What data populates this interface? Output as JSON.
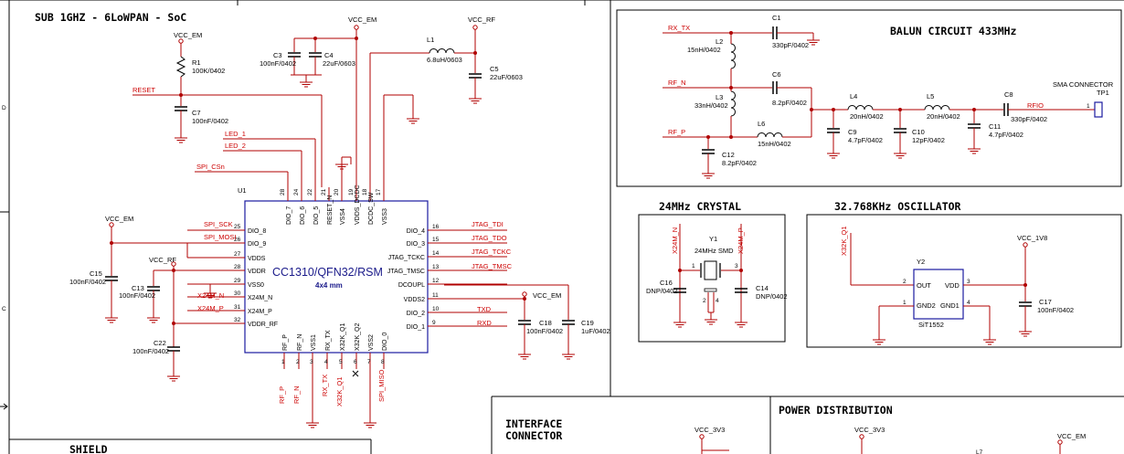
{
  "sections": {
    "soc": "SUB 1GHZ - 6LoWPAN - SoC",
    "balun": "BALUN CIRCUIT 433MHz",
    "crystal24": "24MHz CRYSTAL",
    "osc32": "32.768KHz OSCILLATOR",
    "interface": "INTERFACE",
    "interface2": "CONNECTOR",
    "power": "POWER DISTRIBUTION",
    "shield": "SHIELD"
  },
  "rails": {
    "vcc_em": "VCC_EM",
    "vcc_rf": "VCC_RF",
    "vcc_3v3": "VCC_3V3",
    "vcc_1v8": "VCC_1V8"
  },
  "border_marks": [
    "D",
    "C"
  ],
  "soc_parts": {
    "r1": "R1",
    "r1_val": "100K/0402",
    "c7": "C7",
    "c7_val": "100nF/0402",
    "c3": "C3",
    "c3_val": "100nF/0402",
    "c4": "C4",
    "c4_val": "22uF/0603",
    "l1": "L1",
    "l1_val": "6.8uH/0603",
    "c5": "C5",
    "c5_val": "22uF/0603",
    "c15": "C15",
    "c15_val": "100nF/0402",
    "c13": "C13",
    "c13_val": "100nF/0402",
    "c22": "C22",
    "c22_val": "100nF/0402",
    "c18": "C18",
    "c18_val": "100nF/0402",
    "c19": "C19",
    "c19_val": "1uF/0402",
    "u1": "U1"
  },
  "ic": {
    "name": "CC1310/QFN32/RSM",
    "pkg": "4x4 mm",
    "top_pins": [
      {
        "num": "28",
        "name": "DIO_7"
      },
      {
        "num": "24",
        "name": "DIO_6"
      },
      {
        "num": "22",
        "name": "DIO_5"
      },
      {
        "num": "21",
        "name": "RESET_N"
      },
      {
        "num": "20",
        "name": "VSS4"
      },
      {
        "num": "19",
        "name": "VDDS_DCDC"
      },
      {
        "num": "18",
        "name": "DCDC_SW"
      },
      {
        "num": "17",
        "name": "VSS3"
      }
    ],
    "left_pins": [
      {
        "num": "25",
        "name": "DIO_8"
      },
      {
        "num": "26",
        "name": "DIO_9"
      },
      {
        "num": "27",
        "name": "VDDS"
      },
      {
        "num": "28",
        "name": "VDDR"
      },
      {
        "num": "29",
        "name": "VSS0"
      },
      {
        "num": "30",
        "name": "X24M_N"
      },
      {
        "num": "31",
        "name": "X24M_P"
      },
      {
        "num": "32",
        "name": "VDDR_RF"
      }
    ],
    "right_pins": [
      {
        "num": "16",
        "name": "DIO_4"
      },
      {
        "num": "15",
        "name": "DIO_3"
      },
      {
        "num": "14",
        "name": "JTAG_TCKC"
      },
      {
        "num": "13",
        "name": "JTAG_TMSC"
      },
      {
        "num": "12",
        "name": "DCOUPL"
      },
      {
        "num": "11",
        "name": "VDDS2"
      },
      {
        "num": "10",
        "name": "DIO_2"
      },
      {
        "num": "9",
        "name": "DIO_1"
      }
    ],
    "bottom_pins": [
      {
        "num": "1",
        "name": "RF_P"
      },
      {
        "num": "2",
        "name": "RF_N"
      },
      {
        "num": "3",
        "name": "VSS1"
      },
      {
        "num": "4",
        "name": "RX_TX"
      },
      {
        "num": "5",
        "name": "X32K_Q1"
      },
      {
        "num": "6",
        "name": "X32K_Q2"
      },
      {
        "num": "7",
        "name": "VSS2"
      },
      {
        "num": "8",
        "name": "DIO_0"
      }
    ]
  },
  "nets": {
    "reset": "RESET",
    "led1": "LED_1",
    "led2": "LED_2",
    "spi_csn": "SPI_CSn",
    "spi_sck": "SPI_SCK",
    "spi_mosi": "SPI_MOSI",
    "x24m_n": "X24M_N",
    "x24m_p": "X24M_P",
    "jtag_tdi": "JTAG_TDI",
    "jtag_tdo": "JTAG_TDO",
    "jtag_tckc": "JTAG_TCKC",
    "jtag_tmsc": "JTAG_TMSC",
    "txd": "TXD",
    "rxd": "RXD",
    "rf_p": "RF_P",
    "rf_n": "RF_N",
    "rx_tx": "RX_TX",
    "x32k_q1": "X32K_Q1",
    "spi_miso": "SPI_MISO",
    "rf_tx": "RX_TX",
    "rfio": "RFIO"
  },
  "balun_parts": {
    "c1": "C1",
    "c1_val": "330pF/0402",
    "l2": "L2",
    "l2_val": "15nH/0402",
    "c6": "C6",
    "c6_val": "8.2pF/0402",
    "l3": "L3",
    "l3_val": "33nH/0402",
    "l6": "L6",
    "l6_val": "15nH/0402",
    "c12": "C12",
    "c12_val": "8.2pF/0402",
    "l4": "L4",
    "l4_val": "20nH/0402",
    "c9": "C9",
    "c9_val": "4.7pF/0402",
    "c10": "C10",
    "c10_val": "12pF/0402",
    "l5": "L5",
    "l5_val": "20nH/0402",
    "c11": "C11",
    "c11_val": "4.7pF/0402",
    "c8": "C8",
    "c8_val": "330pF/0402",
    "sma": "SMA CONNECTOR",
    "tp1": "TP1",
    "tp1_pin": "1"
  },
  "crystal_parts": {
    "y1": "Y1",
    "y1_val": "24MHz SMD",
    "c16": "C16",
    "c16_val": "DNP/0402",
    "c14": "C14",
    "c14_val": "DNP/0402",
    "pin1": "1",
    "pin3": "3",
    "pin2": "2",
    "pin4": "4"
  },
  "osc_parts": {
    "y2": "Y2",
    "out": "OUT",
    "vdd": "VDD",
    "gnd2": "GND2",
    "gnd1": "GND1",
    "pin2": "2",
    "pin3": "3",
    "pin1": "1",
    "pin4": "4",
    "part": "SiT1552",
    "c17": "C17",
    "c17_val": "100nF/0402"
  },
  "power_parts": {
    "l7": "L7"
  }
}
